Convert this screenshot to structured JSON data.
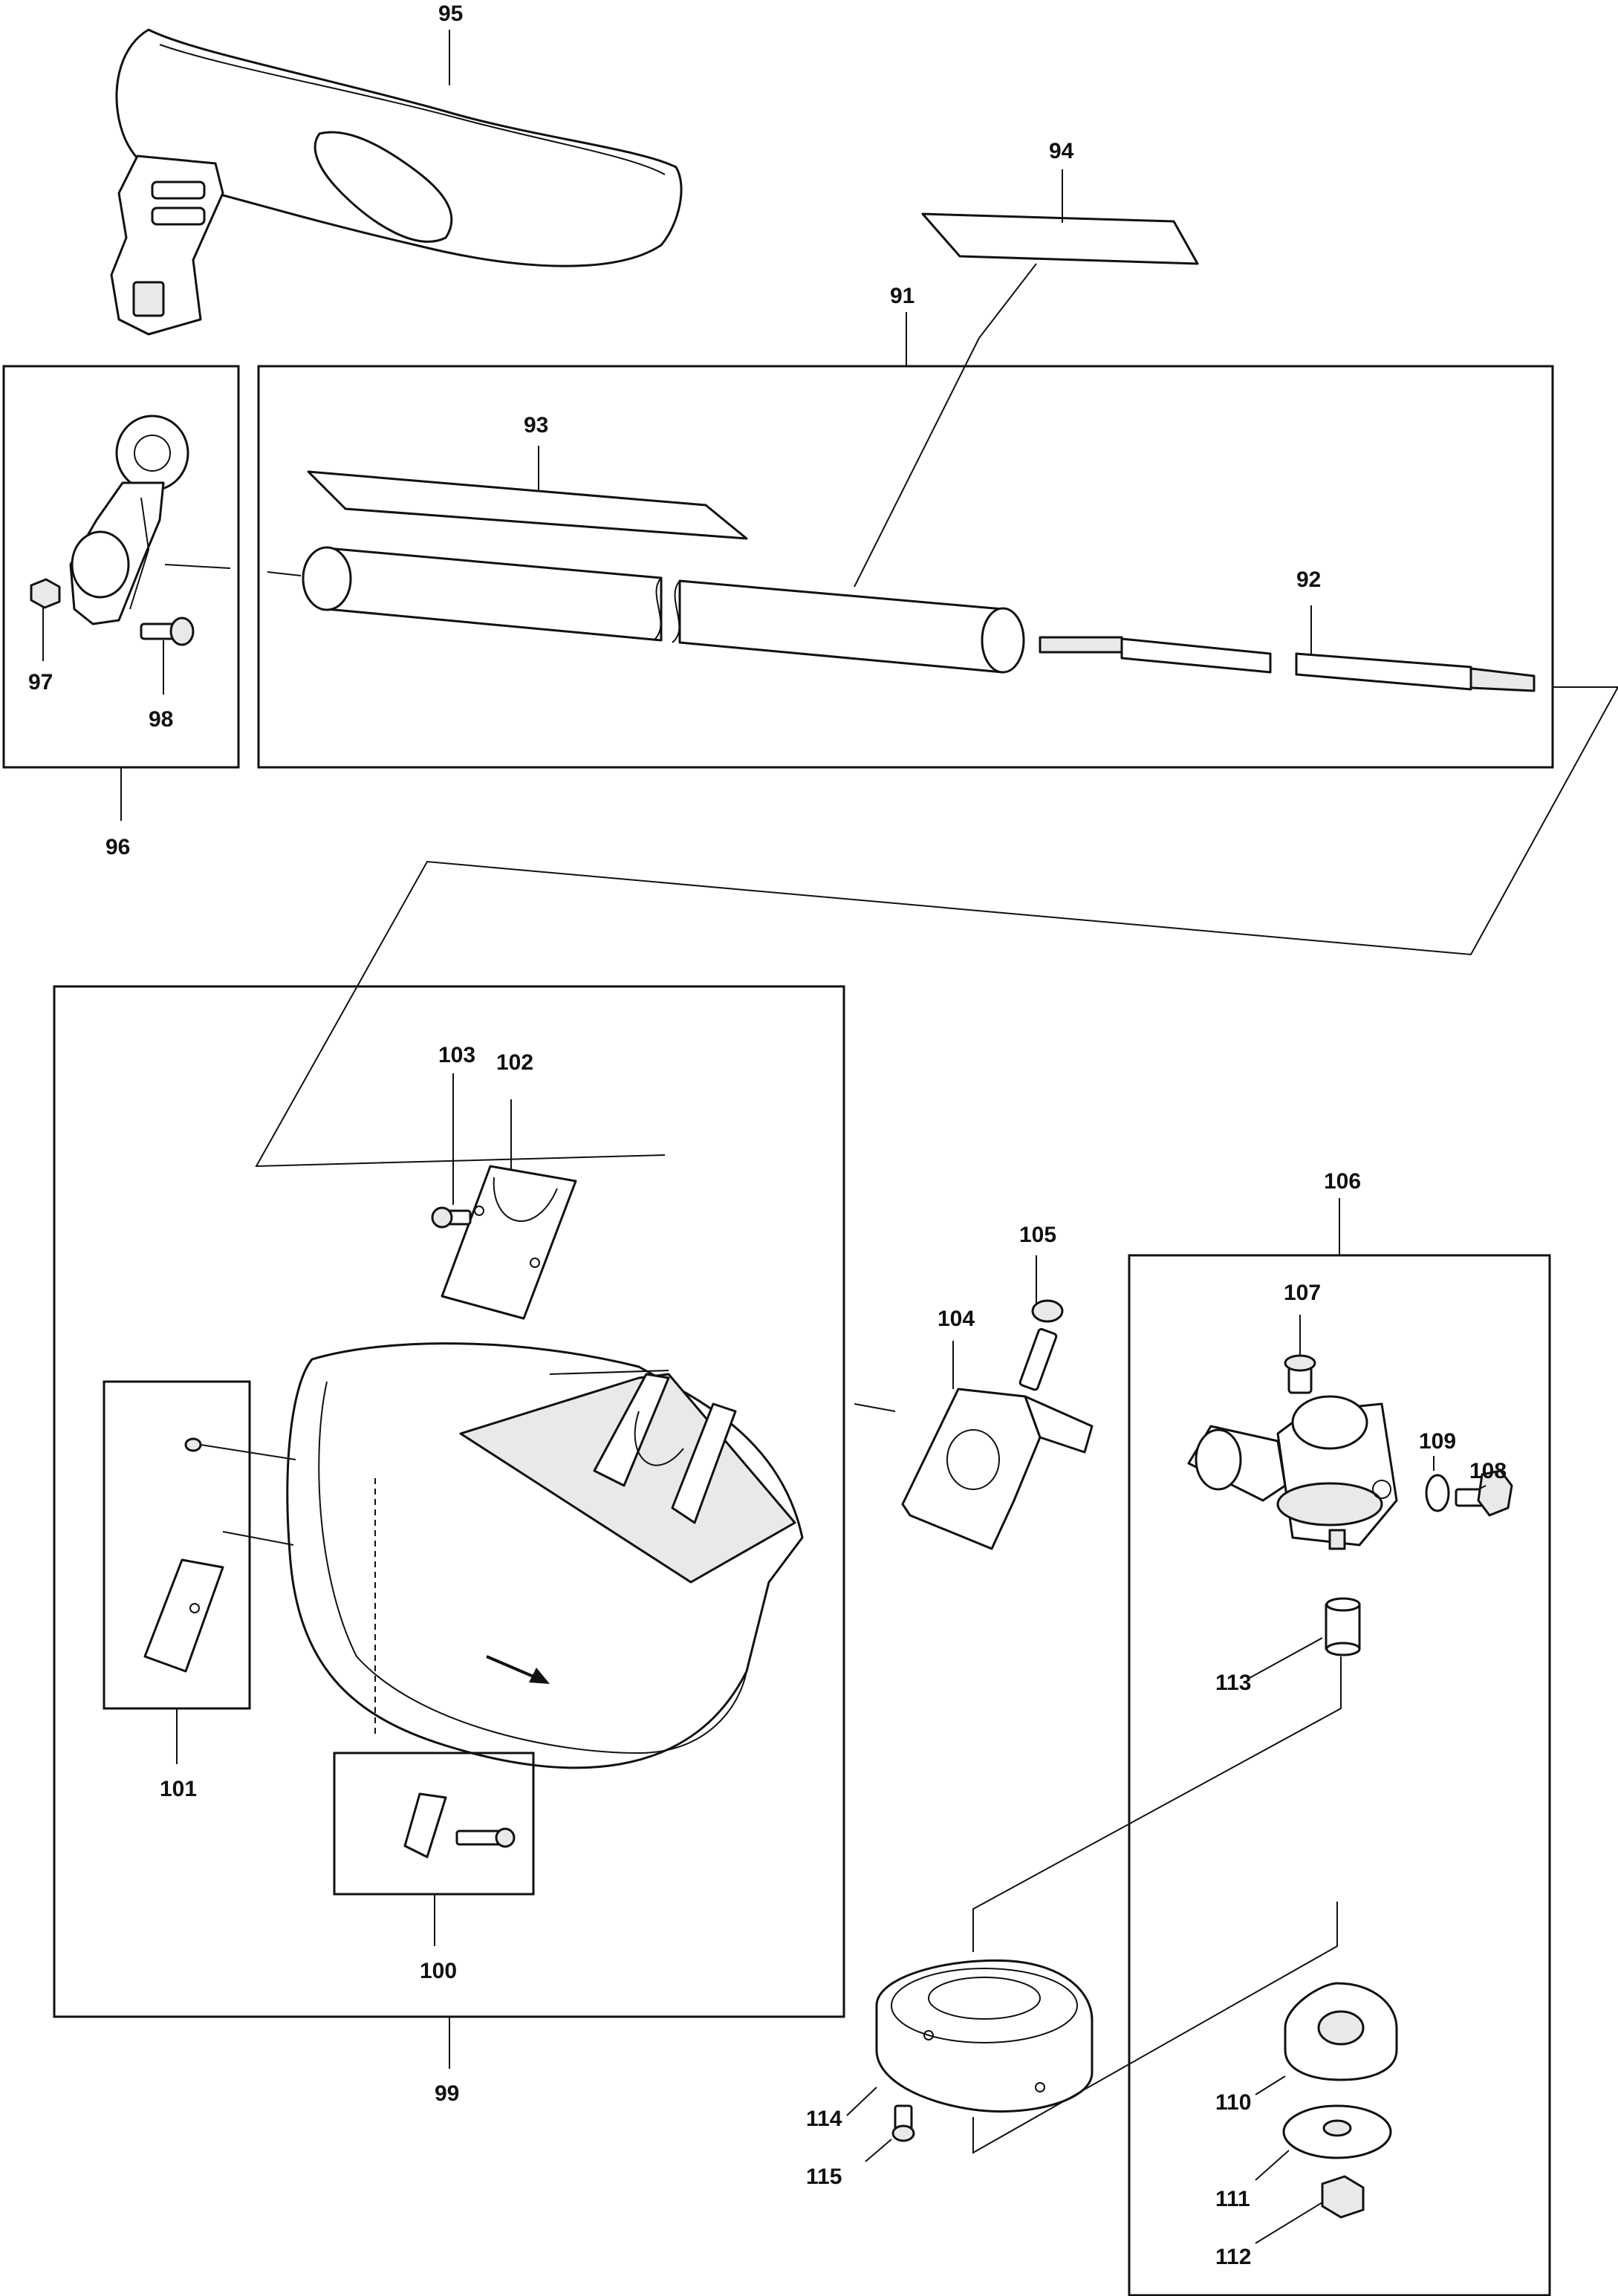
{
  "callouts": {
    "p91": "91",
    "p92": "92",
    "p93": "93",
    "p94": "94",
    "p95": "95",
    "p96": "96",
    "p97": "97",
    "p98": "98",
    "p99": "99",
    "p100": "100",
    "p101": "101",
    "p102": "102",
    "p103": "103",
    "p104": "104",
    "p105": "105",
    "p106": "106",
    "p107": "107",
    "p108": "108",
    "p109": "109",
    "p110": "110",
    "p111": "111",
    "p112": "112",
    "p113": "113",
    "p114": "114",
    "p115": "115"
  }
}
